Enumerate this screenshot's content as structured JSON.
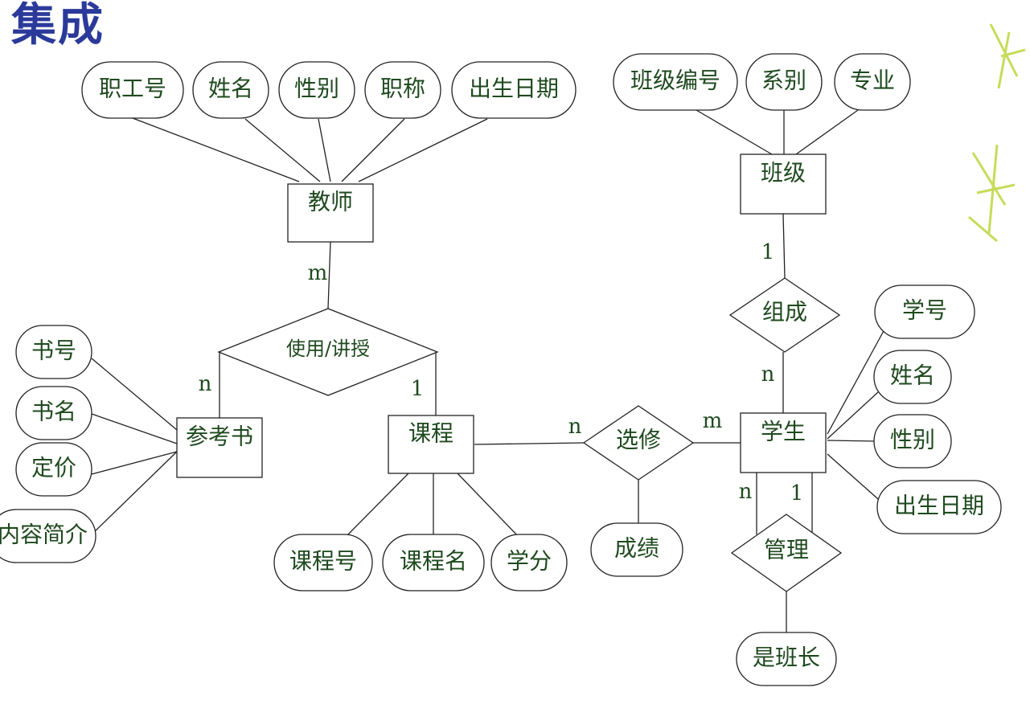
{
  "title": "集成",
  "entities": [
    {
      "id": "teacher",
      "label": "教师"
    },
    {
      "id": "class",
      "label": "班级"
    },
    {
      "id": "book",
      "label": "参考书"
    },
    {
      "id": "course",
      "label": "课程"
    },
    {
      "id": "student",
      "label": "学生"
    }
  ],
  "relationships": [
    {
      "id": "use_teach",
      "label": "使用/讲授"
    },
    {
      "id": "compose",
      "label": "组成"
    },
    {
      "id": "elective",
      "label": "选修"
    },
    {
      "id": "manage",
      "label": "管理"
    }
  ],
  "attributes": [
    {
      "id": "t_id",
      "label": "职工号"
    },
    {
      "id": "t_name",
      "label": "姓名"
    },
    {
      "id": "t_sex",
      "label": "性别"
    },
    {
      "id": "t_title",
      "label": "职称"
    },
    {
      "id": "t_birth",
      "label": "出生日期"
    },
    {
      "id": "c_no",
      "label": "班级编号"
    },
    {
      "id": "c_dept",
      "label": "系别"
    },
    {
      "id": "c_major",
      "label": "专业"
    },
    {
      "id": "b_no",
      "label": "书号"
    },
    {
      "id": "b_name",
      "label": "书名"
    },
    {
      "id": "b_price",
      "label": "定价"
    },
    {
      "id": "b_intro",
      "label": "内容简介"
    },
    {
      "id": "co_no",
      "label": "课程号"
    },
    {
      "id": "co_name",
      "label": "课程名"
    },
    {
      "id": "co_credit",
      "label": "学分"
    },
    {
      "id": "grade",
      "label": "成绩"
    },
    {
      "id": "s_no",
      "label": "学号"
    },
    {
      "id": "s_name",
      "label": "姓名"
    },
    {
      "id": "s_sex",
      "label": "性别"
    },
    {
      "id": "s_birth",
      "label": "出生日期"
    },
    {
      "id": "is_monitor",
      "label": "是班长"
    }
  ],
  "cardinalities": [
    {
      "id": "teacher_use",
      "label": "m"
    },
    {
      "id": "book_use",
      "label": "n"
    },
    {
      "id": "course_use",
      "label": "1"
    },
    {
      "id": "class_compose",
      "label": "1"
    },
    {
      "id": "student_compose",
      "label": "n"
    },
    {
      "id": "course_elective",
      "label": "n"
    },
    {
      "id": "student_elective",
      "label": "m"
    },
    {
      "id": "manage_n",
      "label": "n"
    },
    {
      "id": "manage_1",
      "label": "1"
    }
  ],
  "colors": {
    "title": "#2b3a9a",
    "text": "#1f4a1f",
    "line": "#222222"
  }
}
